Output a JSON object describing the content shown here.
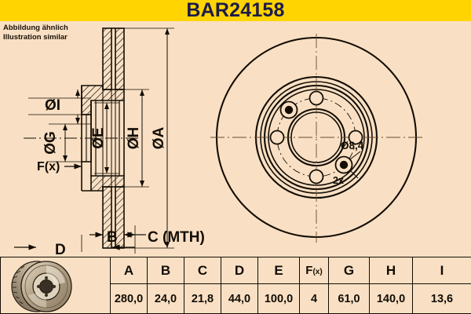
{
  "banner": {
    "title": "BAR24158",
    "bg_color": "#ffd400",
    "text_color": "#1c1b4a"
  },
  "page": {
    "background_color": "#f9e0c4",
    "line_color": "#130d05"
  },
  "note": {
    "line1": "Abbildung ähnlich",
    "line2": "Illustration similar"
  },
  "drawing": {
    "section_view": {
      "labels": [
        {
          "key": "dia_i",
          "text": "ØI"
        },
        {
          "key": "dia_g",
          "text": "ØG"
        },
        {
          "key": "dia_e",
          "text": "ØE"
        },
        {
          "key": "dia_h",
          "text": "ØH"
        },
        {
          "key": "dia_a",
          "text": "ØA"
        },
        {
          "key": "fx",
          "text": "F(x)"
        },
        {
          "key": "b",
          "text": "B"
        },
        {
          "key": "c",
          "text": "C (MTH)"
        },
        {
          "key": "d",
          "text": "D"
        }
      ]
    },
    "front_view": {
      "annotation_diameter": "Ø8,4",
      "annotation_count": "2x",
      "bolt_holes": 4,
      "threaded_holes": 2
    }
  },
  "table": {
    "headers": [
      "A",
      "B",
      "C",
      "D",
      "E",
      "F(x)",
      "G",
      "H",
      "I"
    ],
    "values": [
      "280,0",
      "24,0",
      "21,8",
      "44,0",
      "100,0",
      "4",
      "61,0",
      "140,0",
      "13,6"
    ],
    "fx_main": "F",
    "fx_sub": "(x)"
  },
  "thumbnail": {
    "alt": "brake-disc-photo"
  }
}
